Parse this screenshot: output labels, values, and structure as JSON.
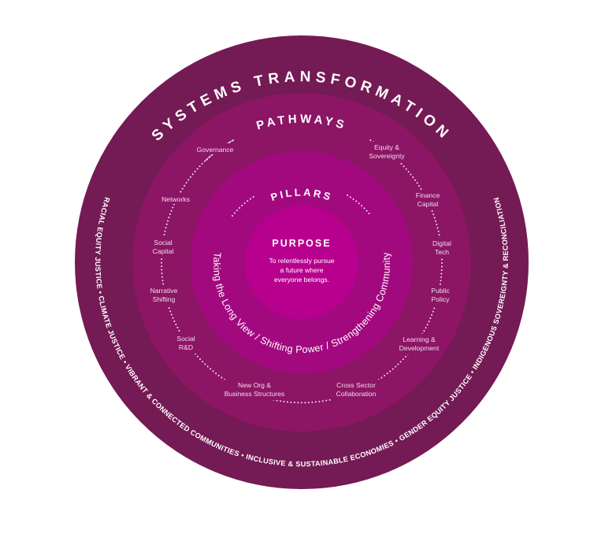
{
  "colors": {
    "outer_ring": "#741A54",
    "pathways_ring": "#8C1565",
    "pillars_ring": "#A2097F",
    "purpose_core": "#B8008F",
    "text": "#FFFFFF",
    "background": "#FFFFFF"
  },
  "outer_ring": {
    "title": "SYSTEMS TRANSFORMATION",
    "themes_left": "RACIAL EQUITY JUSTICE  •  CLIMATE JUSTICE  •  VIBRANT & CONNECTED COMMUNITIES  •  INCLUSIVE & SUSTAINABLE ECONOMIES  •  GENDER EQUITY JUSTICE  •  INDIGENOUS SOVEREIGNTY & RECONCILIATION",
    "themes": [
      "RACIAL EQUITY JUSTICE",
      "CLIMATE JUSTICE",
      "VIBRANT & CONNECTED COMMUNITIES",
      "INCLUSIVE & SUSTAINABLE ECONOMIES",
      "GENDER EQUITY JUSTICE",
      "INDIGENOUS SOVEREIGNTY & RECONCILIATION"
    ]
  },
  "pathways_ring": {
    "title": "PATHWAYS",
    "items": [
      {
        "line1": "Governance",
        "line2": ""
      },
      {
        "line1": "Networks",
        "line2": ""
      },
      {
        "line1": "Social",
        "line2": "Capital"
      },
      {
        "line1": "Narrative",
        "line2": "Shifting"
      },
      {
        "line1": "Social",
        "line2": "R&D"
      },
      {
        "line1": "New Org &",
        "line2": "Business Structures"
      },
      {
        "line1": "Cross Sector",
        "line2": "Collaboration"
      },
      {
        "line1": "Learning &",
        "line2": "Development"
      },
      {
        "line1": "Public",
        "line2": "Policy"
      },
      {
        "line1": "Digital",
        "line2": "Tech"
      },
      {
        "line1": "Finance",
        "line2": "Capital"
      },
      {
        "line1": "Equity &",
        "line2": "Sovereignty"
      }
    ]
  },
  "pillars_ring": {
    "title": "PILLARS",
    "text": "Taking the Long View  /  Shifting Power  /  Strengthening Community",
    "items": [
      "Taking the Long View",
      "Shifting Power",
      "Strengthening Community"
    ]
  },
  "purpose": {
    "title": "PURPOSE",
    "lines": [
      "To relentlessly pursue",
      "a future where",
      "everyone belongs."
    ]
  }
}
